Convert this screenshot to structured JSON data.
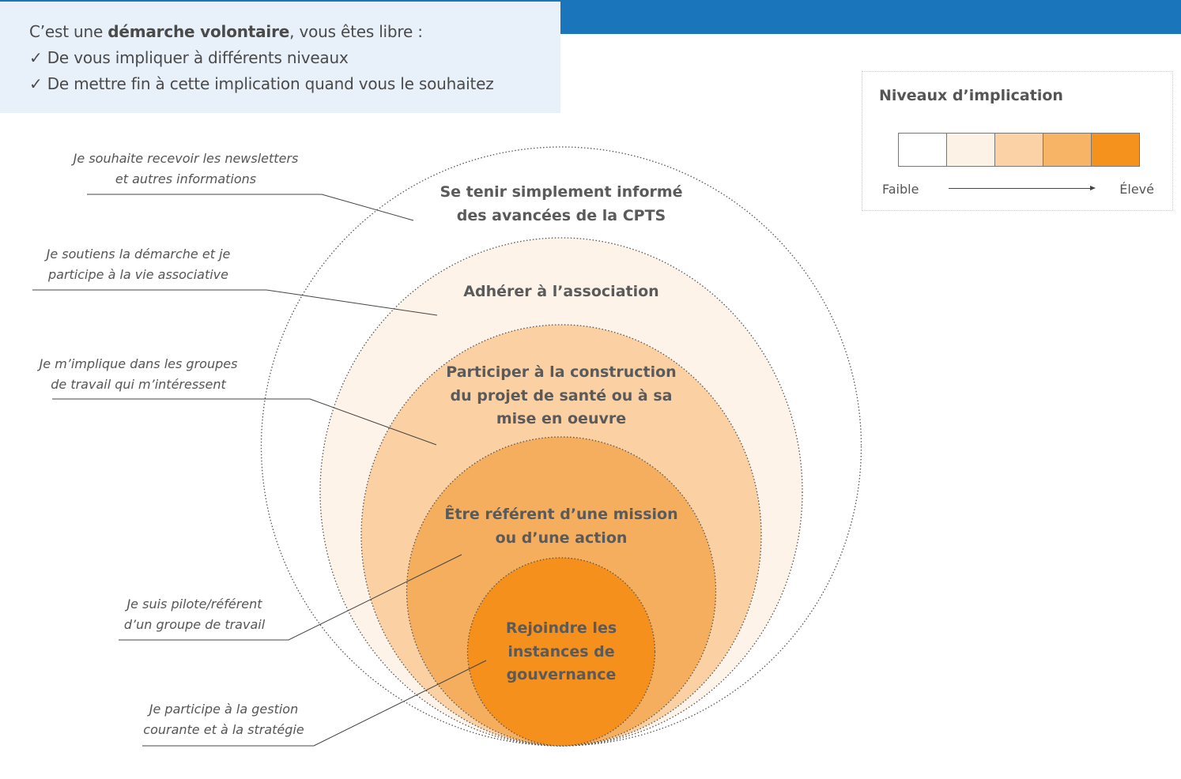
{
  "intro": {
    "line1_prefix": "C’est une ",
    "line1_bold": "démarche volontaire",
    "line1_suffix": ", vous êtes libre :",
    "check_glyph": "✓",
    "bullets": [
      "De vous impliquer à différents niveaux",
      "De mettre fin à cette implication quand vous le souhaitez"
    ]
  },
  "legend": {
    "title": "Niveaux d’implication",
    "low_label": "Faible",
    "high_label": "Élevé",
    "colors": [
      "#ffffff",
      "#fdf2e6",
      "#fbd2a6",
      "#f8b466",
      "#f5921e"
    ]
  },
  "levels": [
    {
      "lines": [
        "Se tenir simplement informé",
        "des avancées de la CPTS"
      ],
      "callout": [
        "Je souhaite recevoir les newsletters",
        "et autres informations"
      ],
      "color": "#ffffff"
    },
    {
      "lines": [
        "Adhérer à l’association"
      ],
      "callout": [
        "Je soutiens la démarche et je",
        "participe à la vie associative"
      ],
      "color": "#fdf3e9"
    },
    {
      "lines": [
        "Participer à la construction",
        "du projet de santé ou à sa",
        "mise en oeuvre"
      ],
      "callout": [
        "Je m’implique dans les groupes",
        "de travail qui m’intéressent"
      ],
      "color": "#fbd1a4"
    },
    {
      "lines": [
        "Être référent d’une mission",
        "ou d’une action"
      ],
      "callout": [
        "Je suis pilote/référent",
        "d’un groupe de travail"
      ],
      "color": "#f5ae5e"
    },
    {
      "lines": [
        "Rejoindre les",
        "instances de",
        "gouvernance"
      ],
      "callout": [
        "Je participe à la gestion",
        "courante et à la stratégie"
      ],
      "color": "#f5901c"
    }
  ]
}
